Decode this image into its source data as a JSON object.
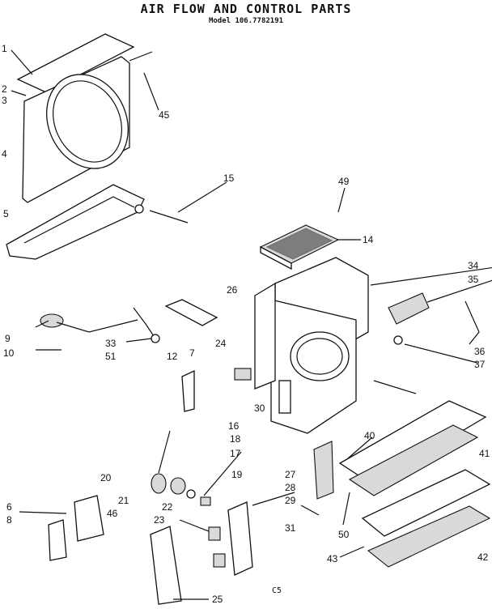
{
  "title": "AIR FLOW AND CONTROL PARTS",
  "model": "Model 106.7782191",
  "code": "C5",
  "callouts": [
    "1",
    "2",
    "3",
    "4",
    "5",
    "45",
    "15",
    "49",
    "14",
    "34",
    "35",
    "26",
    "36",
    "37",
    "9",
    "10",
    "33",
    "51",
    "12",
    "7",
    "24",
    "30",
    "16",
    "18",
    "17",
    "19",
    "20",
    "21",
    "46",
    "6",
    "8",
    "22",
    "23",
    "25",
    "27",
    "28",
    "29",
    "31",
    "40",
    "41",
    "50",
    "43",
    "42"
  ]
}
